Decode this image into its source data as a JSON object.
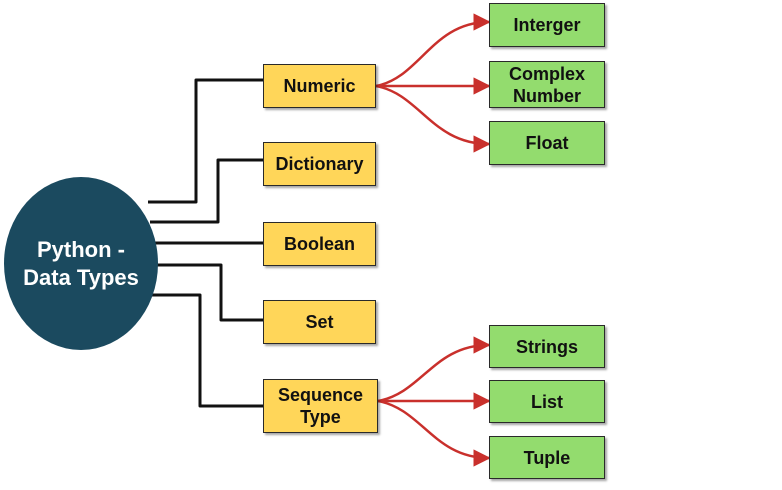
{
  "root": {
    "line1": "Python -",
    "line2": "Data Types"
  },
  "categories": {
    "numeric": "Numeric",
    "dictionary": "Dictionary",
    "boolean": "Boolean",
    "set": "Set",
    "sequence_line1": "Sequence",
    "sequence_line2": "Type"
  },
  "numeric_subtypes": {
    "integer": "Interger",
    "complex_line1": "Complex",
    "complex_line2": "Number",
    "float": "Float"
  },
  "sequence_subtypes": {
    "strings": "Strings",
    "list": "List",
    "tuple": "Tuple"
  },
  "colors": {
    "root": "#1b4a5f",
    "category_fill": "#ffd659",
    "subtype_fill": "#93dc6e",
    "connector": "#111111",
    "arrow": "#c9302c"
  }
}
